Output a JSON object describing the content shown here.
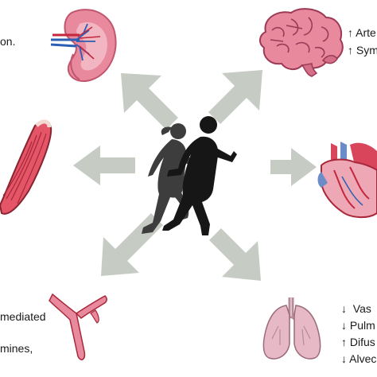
{
  "figure": {
    "kidney_text": "on.",
    "brain_text": [
      "↑ Arte",
      "↑ Sym"
    ],
    "vessel_text": [
      "mediated",
      "mines,"
    ],
    "lung_text": [
      "↓  Vas",
      "↓ Pulm",
      "↑ Difus",
      "↓ Alvec"
    ]
  },
  "colors": {
    "arrow": "#c6cbc3",
    "runner": "#1a1a1a",
    "organ_pink": "#e8899e",
    "organ_red": "#d9465b",
    "lung": "#e7b9c6"
  },
  "icons": [
    "kidney-icon",
    "brain-icon",
    "muscle-icon",
    "heart-icon",
    "blood-vessel-icon",
    "lungs-icon",
    "runners-icon"
  ]
}
